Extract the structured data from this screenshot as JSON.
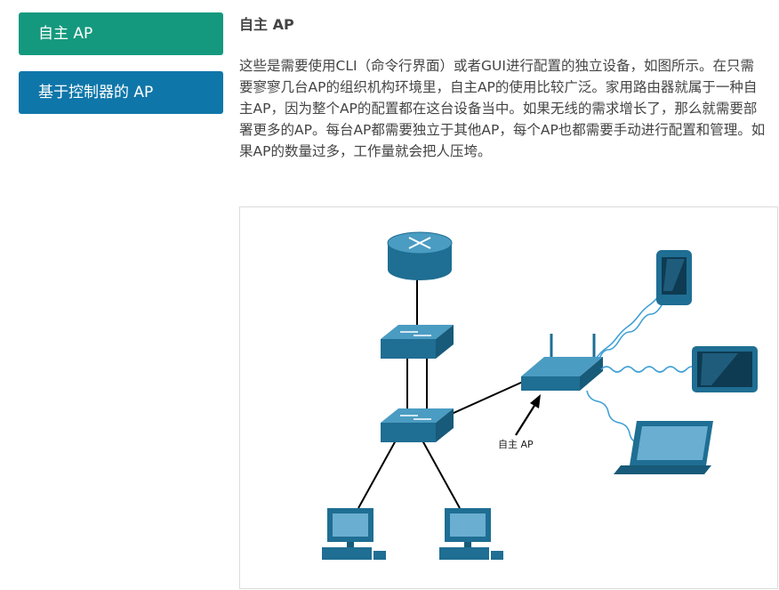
{
  "tabs": [
    {
      "label": "自主 AP",
      "color": "#15997e"
    },
    {
      "label": "基于控制器的 AP",
      "color": "#0f76a9"
    }
  ],
  "content": {
    "title": "自主 AP",
    "paragraph": "这些是需要使用CLI（命令行界面）或者GUI进行配置的独立设备，如图所示。在只需要寥寥几台AP的组织机构环境里，自主AP的使用比较广泛。家用路由器就属于一种自主AP，因为整个AP的配置都在这台设备当中。如果无线的需求增长了，那么就需要部署更多的AP。每台AP都需要独立于其他AP，每个AP也都需要手动进行配置和管理。如果AP的数量过多，工作量就会把人压垮。"
  },
  "figure": {
    "callout_label": "自主 AP"
  },
  "colors": {
    "device_blue": "#1f6e93",
    "device_light": "#4b9cc2",
    "wave": "#3fa0d6"
  }
}
